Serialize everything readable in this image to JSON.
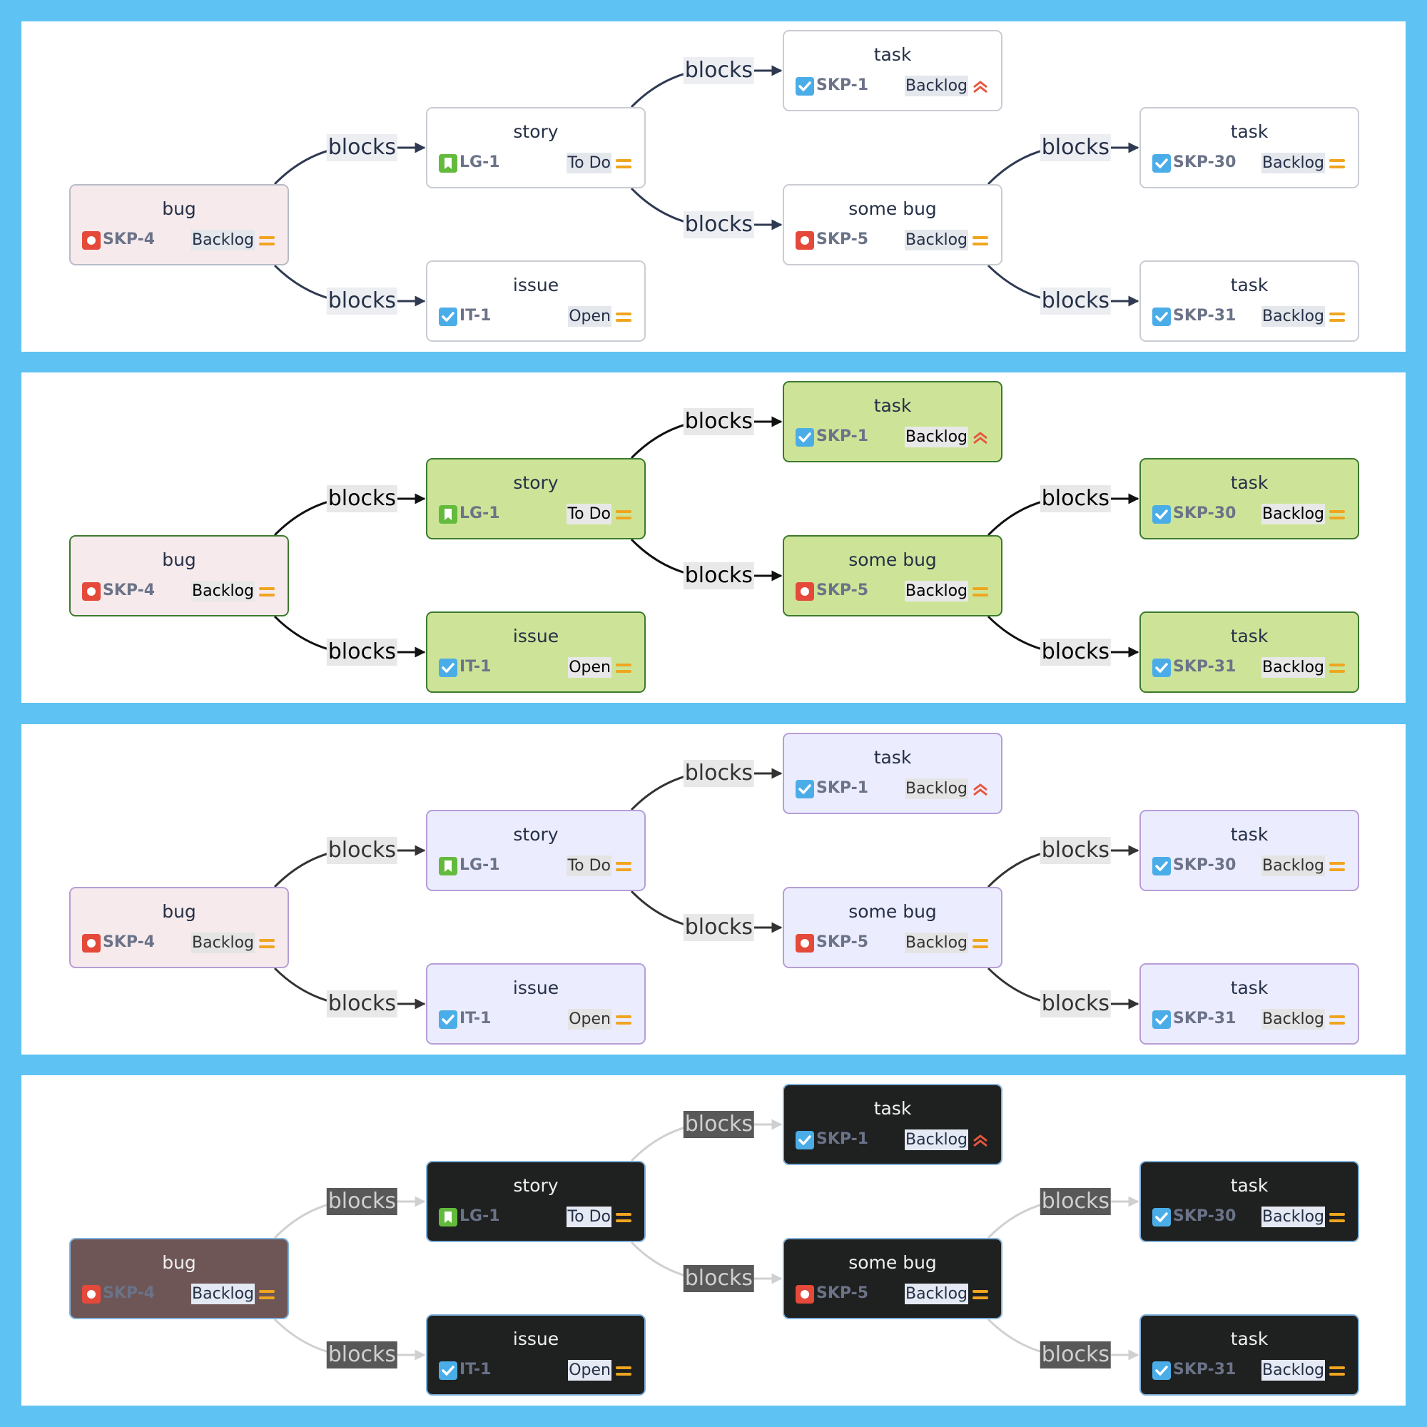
{
  "colors": {
    "background": "#5EC2F2",
    "bug_icon": "#E5493A",
    "story_icon": "#63BA3C",
    "task_icon": "#4BADE8",
    "priority_medium": "#F0A51F",
    "priority_highest": "#E5563F"
  },
  "edge_label": "blocks",
  "panels": [
    {
      "theme": "default"
    },
    {
      "theme": "forest"
    },
    {
      "theme": "neutral"
    },
    {
      "theme": "dark"
    }
  ],
  "nodes": [
    {
      "id": "SKP-4",
      "title": "bug",
      "key": "SKP-4",
      "type": "bug",
      "type_icon": "bug-icon",
      "status": "Backlog",
      "priority": "medium",
      "priority_icon": "priority-medium-icon",
      "highlight": true
    },
    {
      "id": "LG-1",
      "title": "story",
      "key": "LG-1",
      "type": "story",
      "type_icon": "story-icon",
      "status": "To Do",
      "priority": "medium",
      "priority_icon": "priority-medium-icon",
      "highlight": false
    },
    {
      "id": "IT-1",
      "title": "issue",
      "key": "IT-1",
      "type": "task",
      "type_icon": "task-icon",
      "status": "Open",
      "priority": "medium",
      "priority_icon": "priority-medium-icon",
      "highlight": false
    },
    {
      "id": "SKP-1",
      "title": "task",
      "key": "SKP-1",
      "type": "task",
      "type_icon": "task-icon",
      "status": "Backlog",
      "priority": "highest",
      "priority_icon": "priority-highest-icon",
      "highlight": false
    },
    {
      "id": "SKP-5",
      "title": "some bug",
      "key": "SKP-5",
      "type": "bug",
      "type_icon": "bug-icon",
      "status": "Backlog",
      "priority": "medium",
      "priority_icon": "priority-medium-icon",
      "highlight": false
    },
    {
      "id": "SKP-30",
      "title": "task",
      "key": "SKP-30",
      "type": "task",
      "type_icon": "task-icon",
      "status": "Backlog",
      "priority": "medium",
      "priority_icon": "priority-medium-icon",
      "highlight": false
    },
    {
      "id": "SKP-31",
      "title": "task",
      "key": "SKP-31",
      "type": "task",
      "type_icon": "task-icon",
      "status": "Backlog",
      "priority": "medium",
      "priority_icon": "priority-medium-icon",
      "highlight": false
    }
  ],
  "edges": [
    {
      "from": "SKP-4",
      "to": "LG-1",
      "label": "blocks"
    },
    {
      "from": "SKP-4",
      "to": "IT-1",
      "label": "blocks"
    },
    {
      "from": "LG-1",
      "to": "SKP-1",
      "label": "blocks"
    },
    {
      "from": "LG-1",
      "to": "SKP-5",
      "label": "blocks"
    },
    {
      "from": "SKP-5",
      "to": "SKP-30",
      "label": "blocks"
    },
    {
      "from": "SKP-5",
      "to": "SKP-31",
      "label": "blocks"
    }
  ]
}
